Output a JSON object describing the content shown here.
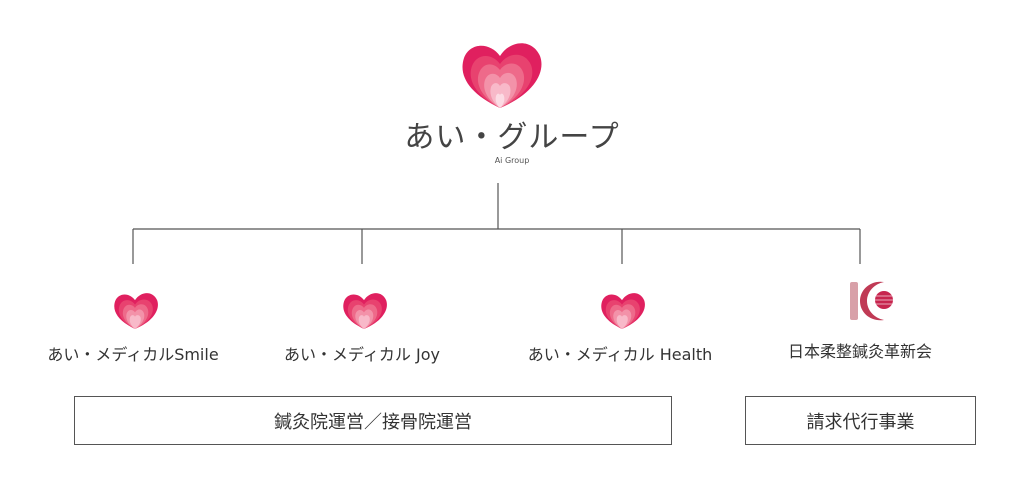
{
  "parent": {
    "name": "あい・グループ",
    "subtitle": "Ai Group"
  },
  "companies": [
    {
      "name": "あい・メディカルSmile"
    },
    {
      "name": "あい・メディカル Joy"
    },
    {
      "name": "あい・メディカル Health"
    },
    {
      "name": "日本柔整鍼灸革新会"
    }
  ],
  "business": [
    {
      "label": "鍼灸院運営／接骨院運営"
    },
    {
      "label": "請求代行事業"
    }
  ],
  "colors": {
    "brand_dark": "#e0205f",
    "brand_light": "#f8c6d4",
    "line": "#555555"
  }
}
